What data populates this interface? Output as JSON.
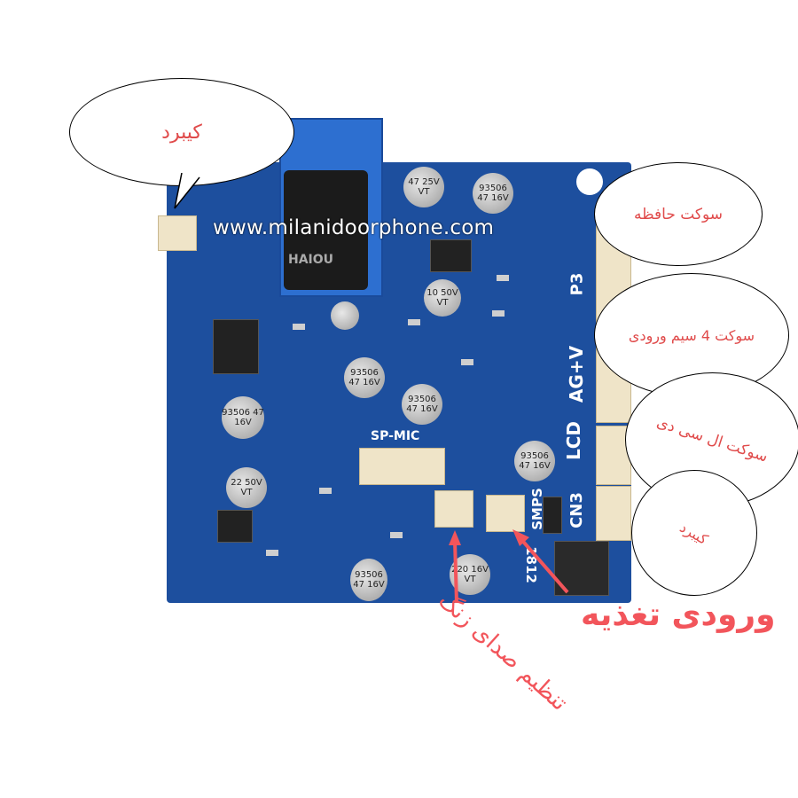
{
  "website": "www.milanidoorphone.com",
  "callouts": {
    "keyboard_top": "کیبرد",
    "memory_socket": "سوکت حافظه",
    "input_4wire_socket": "سوکت 4 سیم ورودی",
    "lcd_socket": "سوکت ال سی دی",
    "keyboard_right": "کیبرد",
    "power_input": "ورودی تغذیه",
    "ring_volume": "تنظیم صدای زنگ"
  },
  "board_labels": {
    "relay_brand": "HAIOU",
    "p3": "P3",
    "agv": "AG+V",
    "lcd": "LCD",
    "cn3": "CN3",
    "smps": "SMPS",
    "sp_mic": "SP-MIC",
    "n1812": "1812"
  },
  "capacitors": [
    "47 25V VT",
    "93506 47 16V",
    "10 50V VT",
    "93506 47 16V",
    "93506 47 16V",
    "93506 47 16V",
    "93506 47 16V",
    "22 50V VT",
    "220 16V VT",
    "93506 47 16V"
  ],
  "colors": {
    "board": "#1d4f9e",
    "annotation": "#f2555b",
    "callout_text": "#e04b4b"
  }
}
